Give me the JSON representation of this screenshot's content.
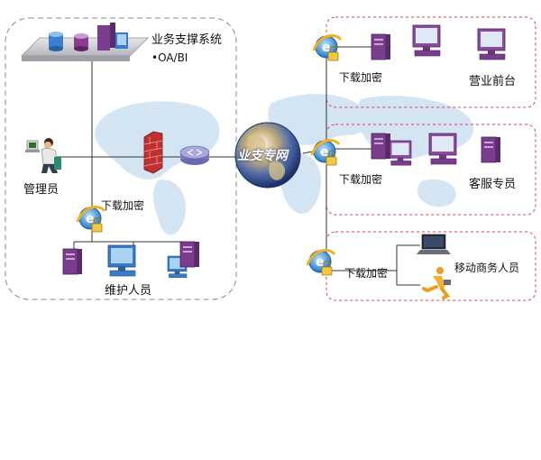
{
  "labels": {
    "business_system": "业务支撑系统",
    "oa_bi": "•OA/BI",
    "admin": "管理员",
    "download_encrypt_left": "下载加密",
    "maintenance": "维护人员",
    "globe": "业支专网",
    "download_encrypt_1": "下载加密",
    "front_desk": "营业前台",
    "download_encrypt_2": "下载加密",
    "customer_service": "客服专员",
    "download_encrypt_3": "下载加密",
    "mobile_business": "移动商务人员"
  },
  "colors": {
    "left_group_border": "#888888",
    "right_group_border": "#e0404a",
    "computer_purple": "#7a3d8e",
    "monitor_blue": "#3a7bc8",
    "firewall_red": "#c03030",
    "map_blue": "#cfe2f2"
  },
  "icons": {
    "servers": "server-rack-icon",
    "admin": "operator-person-icon",
    "firewall": "firewall-icon",
    "router": "router-icon",
    "globe": "globe-icon",
    "ie": "ie-lock-icon",
    "workstation": "workstation-icon",
    "tower": "tower-pc-icon",
    "laptop": "laptop-icon",
    "runner": "running-person-icon"
  }
}
